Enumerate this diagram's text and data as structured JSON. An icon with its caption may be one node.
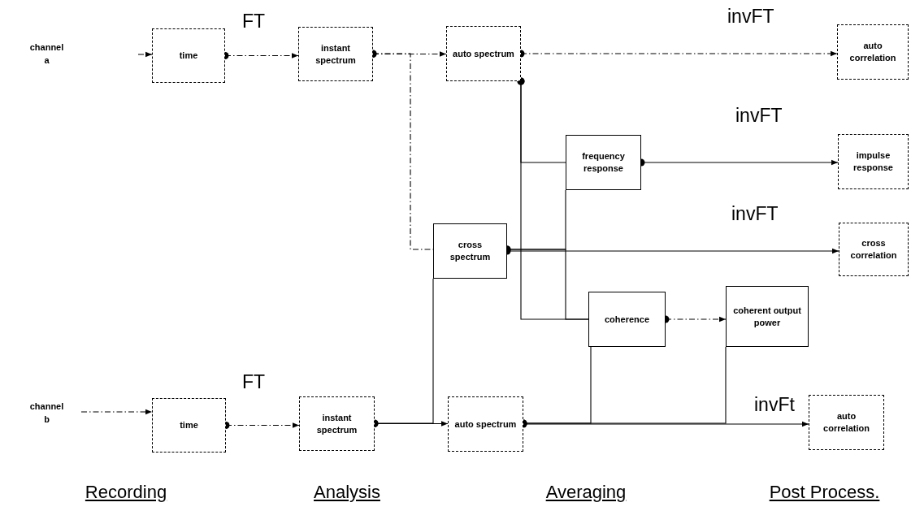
{
  "diagram": {
    "nodes": [
      {
        "text": [
          "time"
        ]
      },
      {
        "text": [
          "instant spectrum"
        ]
      },
      {
        "text": [
          "auto spectrum"
        ]
      },
      {
        "text": [
          "auto correlation"
        ]
      },
      {
        "text": [
          "frequency response"
        ]
      },
      {
        "text": [
          "impulse response"
        ]
      },
      {
        "text": [
          "cross spectrum"
        ]
      },
      {
        "text": [
          "cross correlation"
        ]
      },
      {
        "text": [
          "coherence"
        ]
      },
      {
        "text": [
          "coherent output power"
        ]
      },
      {
        "text": [
          "time"
        ]
      },
      {
        "text": [
          "instant spectrum"
        ]
      },
      {
        "text": [
          "auto spectrum"
        ]
      },
      {
        "text": [
          "auto correlation"
        ]
      }
    ],
    "edges": [
      {
        "from": null,
        "to": 0,
        "arrow": "to",
        "style": "dashed"
      },
      {
        "from": 0,
        "to": 1,
        "arrow": "to",
        "style": "dashed",
        "label": "FT"
      },
      {
        "from": 1,
        "to": 2,
        "arrow": "to",
        "style": "dashed"
      },
      {
        "from": 1,
        "to": 6,
        "arrow": "other",
        "style": "dashed"
      },
      {
        "from": 2,
        "to": 3,
        "arrow": "to",
        "style": "dashed",
        "label": "invFT"
      },
      {
        "from": 2,
        "to": 4,
        "arrow": "other"
      },
      {
        "from": 2,
        "to": 8,
        "arrow": "other"
      },
      {
        "from": 4,
        "to": 5,
        "arrow": "to",
        "label": "invFT"
      },
      {
        "from": 6,
        "to": 7,
        "arrow": "to",
        "label": "invFT"
      },
      {
        "from": 6,
        "to": 4,
        "arrow": "other"
      },
      {
        "from": 6,
        "to": 8,
        "arrow": "other"
      },
      {
        "from": 8,
        "to": 9,
        "arrow": "to",
        "style": "dashed"
      },
      {
        "from": null,
        "to": 10,
        "arrow": "to",
        "style": "dashed"
      },
      {
        "from": 10,
        "to": 11,
        "arrow": "to",
        "style": "dashed",
        "label": "FT"
      },
      {
        "from": 11,
        "to": 12,
        "arrow": "to"
      },
      {
        "from": 11,
        "to": 6,
        "arrow": "other"
      },
      {
        "from": 12,
        "to": 13,
        "arrow": "to",
        "label": "invFt"
      },
      {
        "from": 12,
        "to": 8,
        "arrow": "other"
      },
      {
        "from": 12,
        "to": 9,
        "arrow": "other"
      }
    ],
    "labels": [
      "channel a",
      "channel b",
      "Recording",
      "Analysis",
      "Averaging",
      "Post Process."
    ]
  }
}
